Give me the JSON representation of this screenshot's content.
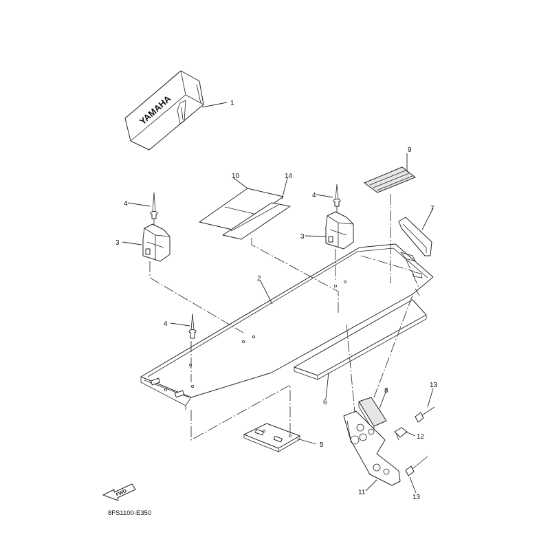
{
  "diagram_code": "8FS1100-E350",
  "brand_text": "YAMAHA",
  "fwd_text": "FWD",
  "callouts": {
    "c1": "1",
    "c2": "2",
    "c3a": "3",
    "c3b": "3",
    "c4a": "4",
    "c4b": "4",
    "c4c": "4",
    "c5": "5",
    "c6": "6",
    "c7": "7",
    "c8": "8",
    "c9": "9",
    "c10": "10",
    "c11": "11",
    "c12": "12",
    "c13a": "13",
    "c13b": "13",
    "c14": "14"
  }
}
